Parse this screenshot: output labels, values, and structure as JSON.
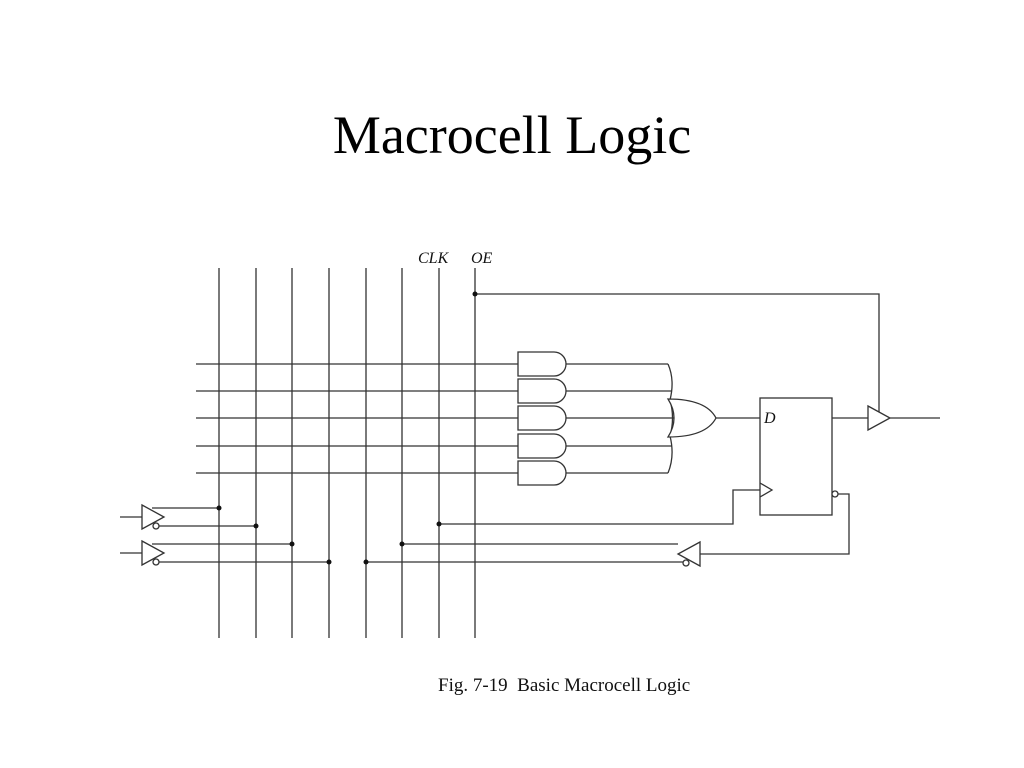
{
  "slide": {
    "title": "Macrocell Logic"
  },
  "figure": {
    "labels": {
      "clk": "CLK",
      "oe": "OE",
      "d": "D"
    },
    "caption": "Fig. 7-19  Basic Macrocell Logic"
  }
}
